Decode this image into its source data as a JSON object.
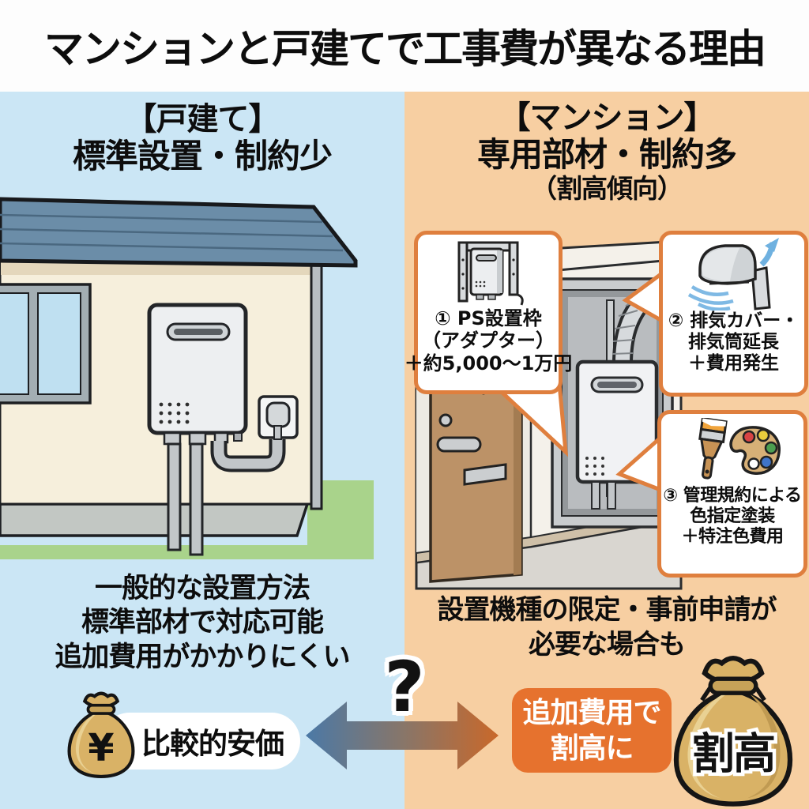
{
  "title": "マンションと戸建てで工事費が異なる理由",
  "left_panel": {
    "heading_line1": "【戸建て】",
    "heading_line2": "標準設置・制約少",
    "notes": [
      "一般的な設置方法",
      "標準部材で対応可能",
      "追加費用がかかりにくい"
    ],
    "price_label": "比較的安価",
    "money_bag_symbol": "¥"
  },
  "right_panel": {
    "heading_line1": "【マンション】",
    "heading_line2": "専用部材・制約多",
    "heading_line3": "（割高傾向）",
    "callout_1": {
      "lines": [
        "① PS設置枠",
        "（アダプター）",
        "＋約5,000〜1万円"
      ]
    },
    "callout_2": {
      "lines": [
        "② 排気カバー・",
        "排気筒延長",
        "＋費用発生"
      ]
    },
    "callout_3": {
      "lines": [
        "③ 管理規約による",
        "色指定塗装",
        "＋特注色費用"
      ]
    },
    "notes": [
      "設置機種の限定・事前申請が",
      "必要な場合も"
    ],
    "price_box": {
      "line1": "追加費用で",
      "line2": "割高に"
    },
    "money_bag_label": "割高"
  },
  "center": {
    "question_mark": "?"
  },
  "colors": {
    "left_bg": "#cbe6f5",
    "right_bg": "#f7cfa2",
    "callout_border": "#df7f3e",
    "price_box_bg": "#e6722e",
    "roof": "#6b8da8",
    "house_wall": "#f6efdc",
    "grass": "#a9d38b",
    "door": "#bc9267",
    "money_bag": "#d9b266",
    "arrow_blue": "#4b79a6",
    "arrow_orange": "#c9682a"
  }
}
